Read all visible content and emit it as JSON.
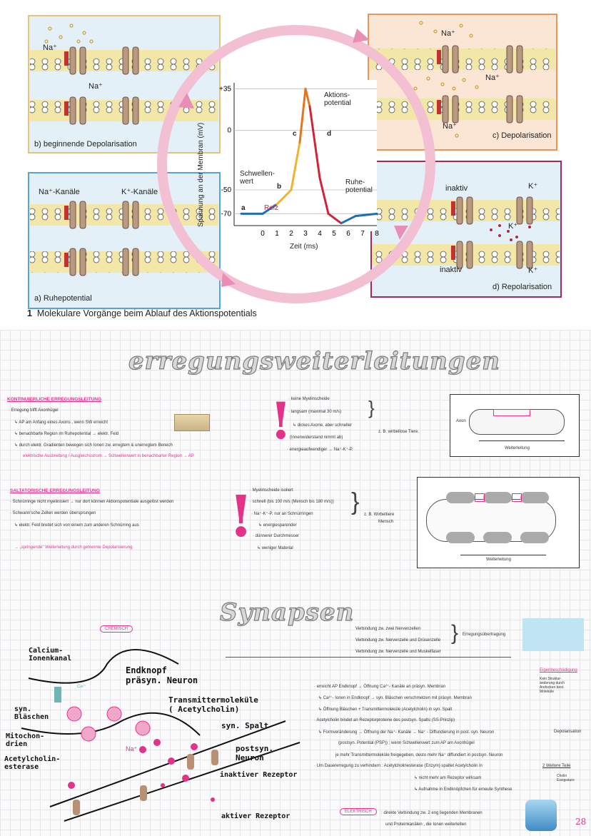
{
  "figure": {
    "panel_b": "b) beginnende Depolarisation",
    "panel_c": "c) Depolarisation",
    "panel_a": "a) Ruhepotential",
    "panel_d": "d) Repolarisation",
    "na_kanaele": "Na⁺-Kanäle",
    "k_kanaele": "K⁺-Kanäle",
    "na": "Na⁺",
    "k": "K⁺",
    "inaktiv": "inaktiv",
    "caption_num": "1",
    "caption": "Molekulare Vorgänge beim Ablauf des Aktionspotentials"
  },
  "chart_data": {
    "type": "line",
    "ylabel": "Spannung an der Membran (mV)",
    "xlabel": "Zeit (ms)",
    "x_ticks": [
      "0",
      "1",
      "2",
      "3",
      "4",
      "5",
      "6",
      "7",
      "8"
    ],
    "y_ticks": [
      "+35",
      "0",
      "-50",
      "-70"
    ],
    "xlim": [
      0,
      8
    ],
    "ylim": [
      -80,
      40
    ],
    "points": [
      [
        -1.5,
        -70
      ],
      [
        0,
        -70
      ],
      [
        1,
        -62
      ],
      [
        2,
        -50
      ],
      [
        2.6,
        -10
      ],
      [
        3,
        35
      ],
      [
        3.3,
        20
      ],
      [
        4,
        -40
      ],
      [
        4.6,
        -70
      ],
      [
        5.5,
        -78
      ],
      [
        6.5,
        -72
      ],
      [
        8,
        -70
      ]
    ],
    "annotations": {
      "a": "a",
      "b": "b",
      "c": "c",
      "d": "d",
      "aktionspotential": "Aktions-\npotential",
      "schwellenwert": "Schwellen-\nwert",
      "ruhepotential": "Ruhe-\npotential",
      "reiz": "Reiz"
    },
    "colors": {
      "rest": "#1f6fb2",
      "rise": "#f2b22e",
      "peak": "#e8741c",
      "fall": "#d0243a"
    }
  },
  "sections": {
    "title1": "erregungsweiterleitungen",
    "kont": {
      "header": "KONTINUIERLICHE ERREGUNGSLEITUNG",
      "lines": [
        "· Erregung trifft Axonhügel",
        "↳ AP am Anfang eines Axons , wenn SW erreicht",
        "↳ benachbarte Region im Ruhepotential → elektr. Feld",
        "↳ durch elektr. Gradienten bewegen sich Ionen zw. erregtem & unerregtem Bereich",
        "elektrische Ausbreitung / Ausgleichsstrom → Schwellenwert in benachbarter Region → AP"
      ],
      "props": [
        "· keine Myelinscheide",
        "· langsam (maximal 30 m/s)",
        "↳ dickes Axone, aber schneller",
        "(Innenwiderstand nimmt ab)",
        "· energieaufwendiger → Na⁺-K⁺-P."
      ],
      "example": "z. B. wirbellose Tiere.",
      "axon": "Axon",
      "dir": "Weiterleitung"
    },
    "salt": {
      "header": "SALTATORISCHE ERREGUNGSLEITUNG",
      "lines": [
        "· Schnürringe nicht myelinisiert → nur dort können Aktionspotentiale ausgelöst werden",
        "· Schwann'sche Zellen werden übersprungen",
        "↳ elektr. Feld breitet sich von einem zum anderen Schnürring aus",
        "→ „springende\" Weiterleitung durch getrennte Depolarisierung"
      ],
      "props": [
        "· Myelinscheide isoliert",
        "· schnell (bis 100 m/s (Mensch bis 180 m/s))",
        "· Na⁺-K⁺-P. nur an Schnürringen",
        "↳ energiesparender",
        "· dünnerer Durchmesser",
        "↳ weniger Material"
      ],
      "example": "z. B. Wirbeltiere",
      "example2": "Mensch",
      "dir": "Weiterleitung"
    },
    "title2": "Synapsen",
    "syn": {
      "chemisch": "CHEMISCH",
      "elektrisch": "ELEKTRISCH",
      "labels": {
        "calcium": "Calcium-\nIonenkanal",
        "endknopf": "Endknopf\npräsyn. Neuron",
        "transmitter": "Transmittermoleküle\n( Acetylcholin)",
        "blaeschen": "syn.\nBläschen",
        "mito": "Mitochon-\ndrien",
        "spalt": "syn. Spalt",
        "post": "postsyn.\nNeuron",
        "ache": "Acetylcholin-\nesterase",
        "inaktiv": "inaktiver Rezeptor",
        "aktiv": "aktiver Rezeptor",
        "ca": "Ca²⁺",
        "na": "Na⁺"
      },
      "verbindung": [
        "Verbindung zw. zwei Nervenzellen",
        "Verbindung zw. Nervenzelle und Drüsenzelle",
        "Verbindung zw. Nervenzelle und Muskelfaser"
      ],
      "erregung": "Erregungsübertragung",
      "ablauf": [
        "· erreicht AP Endknopf → Öffnung Ca²⁺- Kanäle an präsyn. Membran",
        "↳ Ca²⁺- Ionen in Endknopf → syn. Bläschen verschmelzen mit präsyn. Membran",
        "↳ Öffnung Bläschen + Transmittermoleküle (Acetylcholin) in syn. Spalt",
        "· Acetylcholin bindet an Rezeptorproteine des postsyn. Spalts (SS-Prinzip)",
        "↳ Formveränderung → Öffnung der Na⁺- Kanäle → Na⁺ - Diffundierung in post. syn. Neuron",
        "(postsyn. Potential  (PSP))   ; wenn Schwellenwert zum AP am Axonhügel",
        "je mehr Transmittermoleküle freigegeben, desto mehr Na⁺ diffundiert in postsyn. Neuron",
        "· Um Dauererregung zu verhindern :  Acetylcholinesterase (Enzym) spaltet Acetylcholin in",
        "↳ nicht mehr am Rezeptor wirksam",
        "↳ Aufnahme in Endknöpfchen für erneute Synthese"
      ],
      "depol": "Depolarisation",
      "zwei_teile": "2 Weitere Teile",
      "cholin": "Cholin\nEssigsäure",
      "eigen": "Eigenbeschädigung",
      "eigen_text": "Kein Struktur-\nänderung durch\nAndocken best.\nMoleküle",
      "elek_text": ": direkte Verbindung zw. 2 eng liegenden Membranen",
      "elek_text2": "und Proteinkanälen , die Ionen weiterleiten"
    },
    "page": "28"
  }
}
